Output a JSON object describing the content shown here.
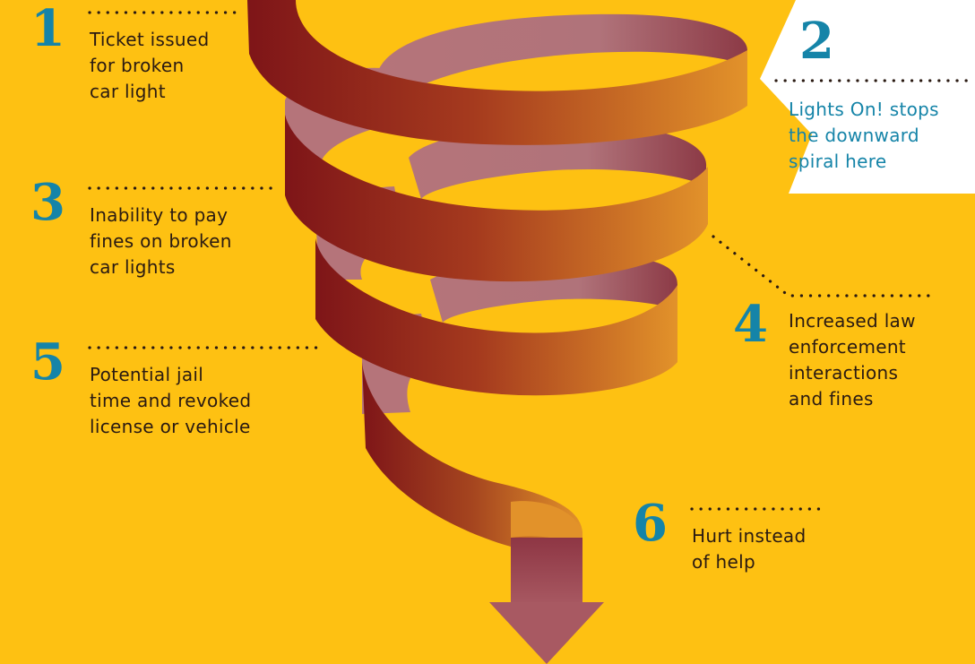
{
  "steps": [
    {
      "number": "1",
      "text": "Ticket issued\nfor broken\ncar light"
    },
    {
      "number": "2",
      "text": "Lights On! stops\nthe downward\nspiral here"
    },
    {
      "number": "3",
      "text": "Inability to pay\nfines on broken\ncar lights"
    },
    {
      "number": "4",
      "text": "Increased law\nenforcement\ninteractions\nand fines"
    },
    {
      "number": "5",
      "text": "Potential jail\ntime and revoked\nlicense or vehicle"
    },
    {
      "number": "6",
      "text": "Hurt instead\nof help"
    }
  ],
  "colors": {
    "background": "#FEC112",
    "number": "#1584A8",
    "text": "#2A1A12",
    "ribbon_dark": "#7E1518",
    "ribbon_light": "#E2922A",
    "ribbon_inner": "#A6565F",
    "callout": "#FFFFFF"
  }
}
